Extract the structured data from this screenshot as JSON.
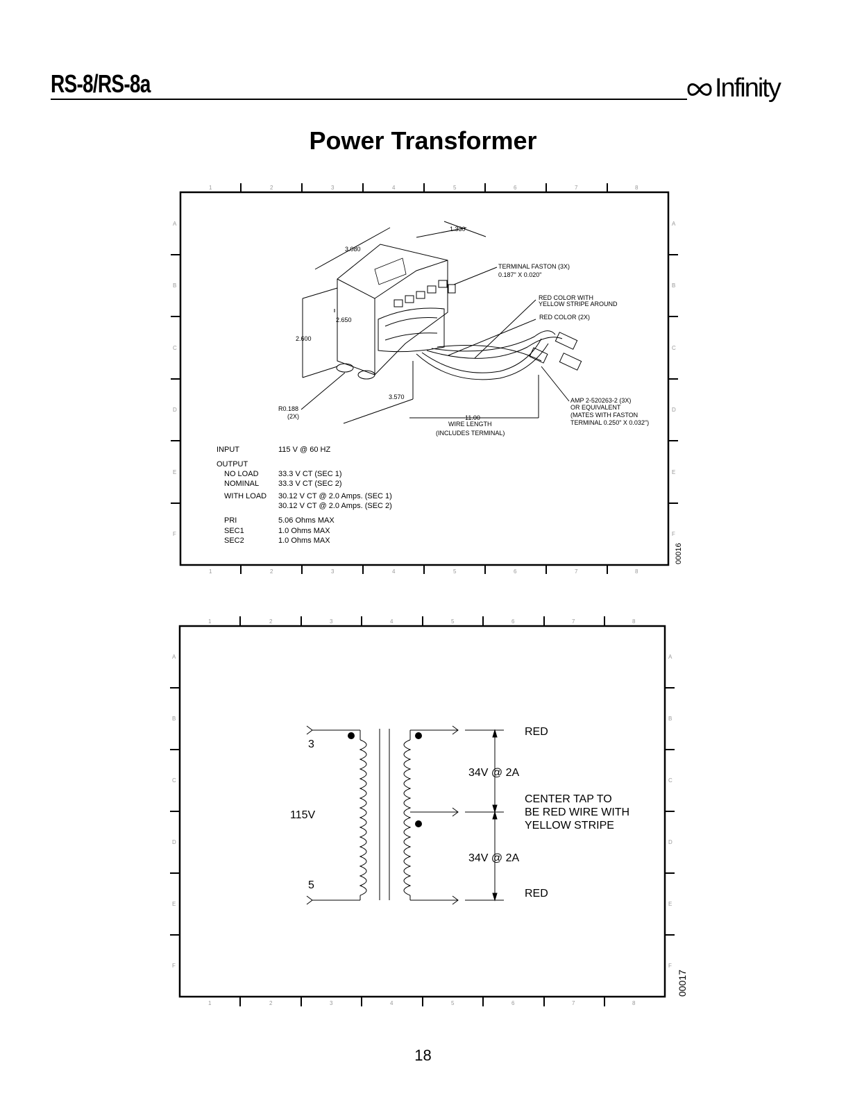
{
  "header": {
    "model": "RS-8/RS-8a",
    "brand": "Infinity"
  },
  "title": "Power Transformer",
  "page_number": "18",
  "drawing1": {
    "dims": {
      "d1330": "1.330",
      "d3080": "3.080",
      "d2650": "2.650",
      "d2600": "2.600",
      "d3570": "3.570",
      "wire_len": "11.00",
      "wire_len_label": "WIRE LENGTH",
      "wire_len_note": "(INCLUDES TERMINAL)",
      "radius": "R0.188",
      "radius_qty": "(2X)"
    },
    "callouts": {
      "faston_1": "TERMINAL FASTON (3X)",
      "faston_2": "0.187\" X 0.020\"",
      "red_yellow_1": "RED COLOR WITH",
      "red_yellow_2": "YELLOW STRIPE AROUND",
      "red": "RED COLOR (2X)",
      "amp_1": "AMP 2-520263-2 (3X)",
      "amp_2": "OR EQUIVALENT",
      "amp_3": "(MATES WITH FASTON",
      "amp_4": "TERMINAL 0.250\" X 0.032\")"
    },
    "specs": {
      "input_label": "INPUT",
      "input_value": "115 V @ 60 HZ",
      "output_label": "OUTPUT",
      "noload_label": "NO LOAD",
      "noload_value": "33.3 V CT (SEC 1)",
      "nominal_label": "NOMINAL",
      "nominal_value": "33.3 V CT (SEC 2)",
      "withload_label": "WITH LOAD",
      "withload_value_1": "30.12 V CT @ 2.0 Amps. (SEC 1)",
      "withload_value_2": "30.12 V CT @ 2.0 Amps. (SEC 2)",
      "pri_label": "PRI",
      "pri_value": "5.06 Ohms MAX",
      "sec1_label": "SEC1",
      "sec1_value": "1.0 Ohms MAX",
      "sec2_label": "SEC2",
      "sec2_value": "1.0 Ohms MAX"
    },
    "drawing_id": "00016"
  },
  "drawing2": {
    "pin_top": "3",
    "pin_bottom": "5",
    "primary_voltage": "115V",
    "red_top": "RED",
    "red_bottom": "RED",
    "sec_top": "34V @ 2A",
    "sec_bottom": "34V @ 2A",
    "center_tap_1": "CENTER TAP TO",
    "center_tap_2": "BE RED WIRE WITH",
    "center_tap_3": "YELLOW STRIPE",
    "drawing_id": "00017"
  },
  "grid": {
    "cols": [
      "1",
      "2",
      "3",
      "4",
      "5",
      "6",
      "7",
      "8"
    ],
    "rows": [
      "A",
      "B",
      "C",
      "D",
      "E",
      "F"
    ]
  }
}
